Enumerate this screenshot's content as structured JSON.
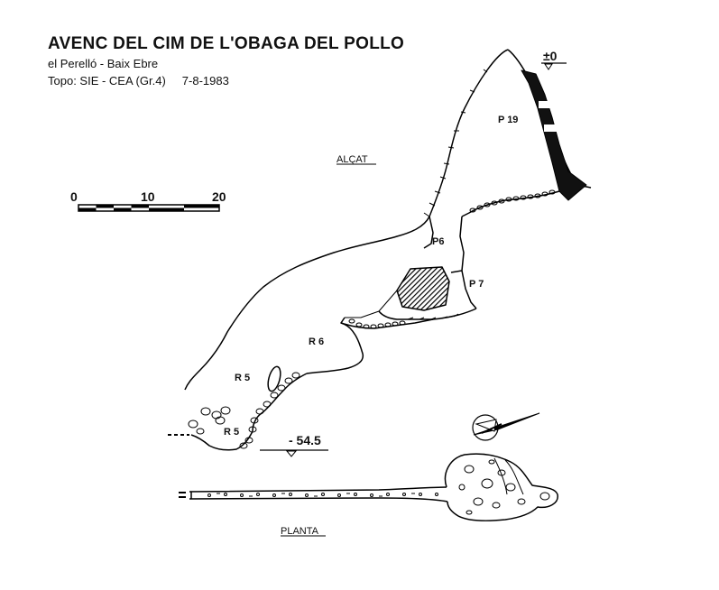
{
  "header": {
    "title": "AVENC DEL CIM DE L'OBAGA DEL POLLO",
    "location": "el Perelló - Baix Ebre",
    "topo": "Topo: SIE - CEA  (Gr.4)",
    "date": "7-8-1983"
  },
  "sections": {
    "elevation": "ALÇAT",
    "plan": "PLANTA"
  },
  "scale_bar": {
    "ticks": [
      "0",
      "10",
      "20"
    ]
  },
  "pitches": {
    "p19": "P 19",
    "p6": "P6",
    "p7": "P 7",
    "r6": "R 6",
    "r5_upper": "R 5",
    "r5_lower": "R 5"
  },
  "datums": {
    "entrance": "±0",
    "bottom": "- 54.5"
  }
}
